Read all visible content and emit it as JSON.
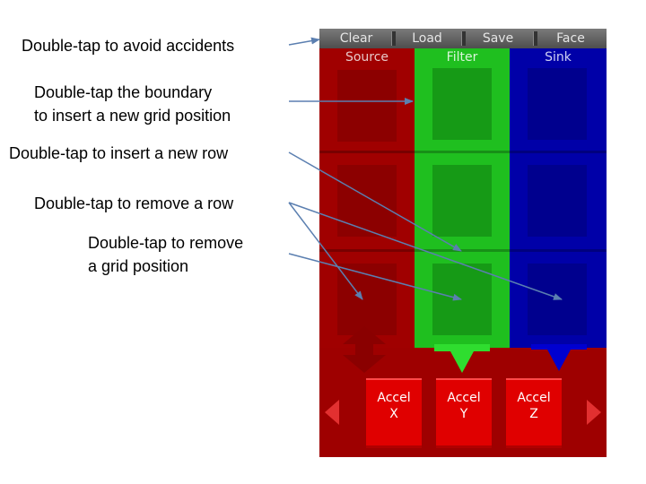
{
  "annotations": [
    {
      "lines": [
        "Double-tap to avoid accidents"
      ]
    },
    {
      "lines": [
        "Double-tap the boundary",
        "to insert a new grid position"
      ]
    },
    {
      "lines": [
        "Double-tap to insert a new row"
      ]
    },
    {
      "lines": [
        "Double-tap to remove a row"
      ]
    },
    {
      "lines": [
        "Double-tap to remove",
        "a grid position"
      ]
    }
  ],
  "toolbar": {
    "clear_label": "Clear",
    "load_label": "Load",
    "save_label": "Save",
    "face_label": "Face"
  },
  "columns": {
    "source": {
      "title": "Source",
      "color": "#a00000"
    },
    "filter": {
      "title": "Filter",
      "color": "#1fbf1f"
    },
    "sink": {
      "title": "Sink",
      "color": "#0000a8"
    }
  },
  "palette": [
    {
      "line1": "Accel",
      "line2": "X"
    },
    {
      "line1": "Accel",
      "line2": "Y"
    },
    {
      "line1": "Accel",
      "line2": "Z"
    }
  ],
  "icons": {
    "palette_left": "triangle-left-icon",
    "palette_right": "triangle-right-icon"
  }
}
